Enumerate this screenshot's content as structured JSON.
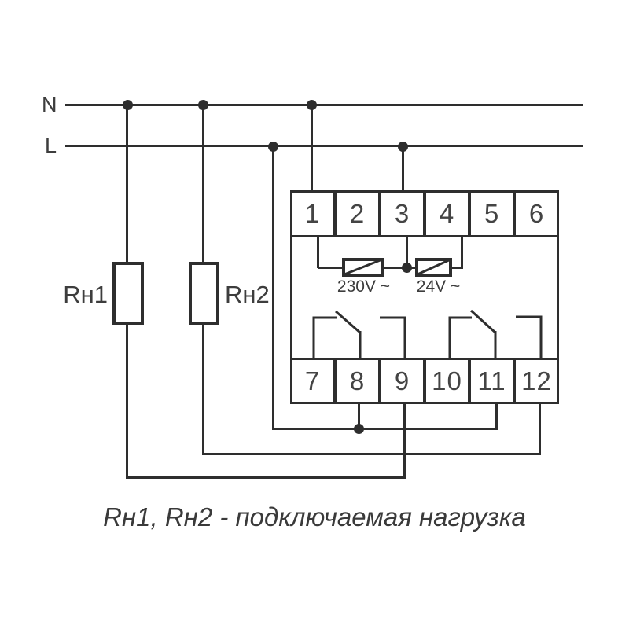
{
  "colors": {
    "line": "#2e2e2e",
    "text": "#3d3d3d",
    "background": "#ffffff"
  },
  "power_lines": {
    "neutral_label": "N",
    "line_label": "L"
  },
  "device": {
    "top_terminals": [
      "1",
      "2",
      "3",
      "4",
      "5",
      "6"
    ],
    "bottom_terminals": [
      "7",
      "8",
      "9",
      "10",
      "11",
      "12"
    ],
    "coils": [
      {
        "label": "230V ~"
      },
      {
        "label": "24V ~"
      }
    ]
  },
  "loads": [
    {
      "label": "Rн1"
    },
    {
      "label": "Rн2"
    }
  ],
  "caption": "Rн1, Rн2 - подключаемая нагрузка"
}
